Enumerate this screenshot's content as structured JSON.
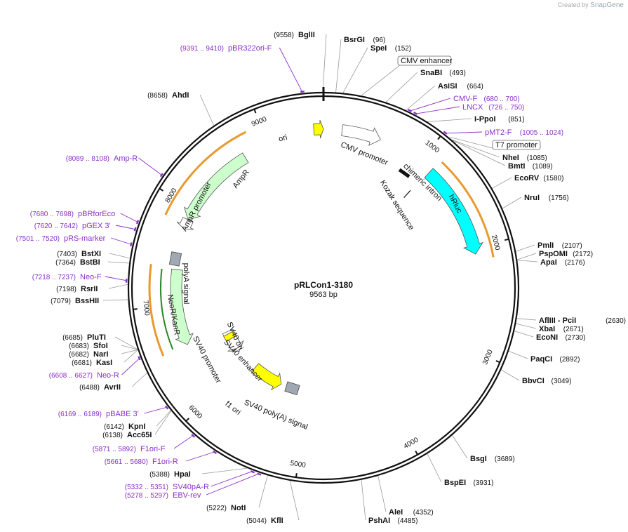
{
  "credit": {
    "text": "Created by",
    "brand": "SnapGene"
  },
  "plasmid": {
    "name": "pRLCon1-3180",
    "length_label": "9563 bp",
    "length": 9563
  },
  "colors": {
    "backbone": "#111111",
    "primer": "#8b2fc9",
    "ori": "#ffff00",
    "hRluc": "#00ffff",
    "AmpR": "#ccffcc",
    "NeoR": "#ccffcc",
    "promoter": "#ffffff",
    "polyA": "#a0a8b4",
    "orf": "#e89a2c"
  },
  "ticks": [
    {
      "bp": 1000,
      "label": "1000"
    },
    {
      "bp": 2000,
      "label": "2000"
    },
    {
      "bp": 3000,
      "label": "3000"
    },
    {
      "bp": 4000,
      "label": "4000"
    },
    {
      "bp": 5000,
      "label": "5000"
    },
    {
      "bp": 6000,
      "label": "6000"
    },
    {
      "bp": 7000,
      "label": "7000"
    },
    {
      "bp": 8000,
      "label": "8000"
    },
    {
      "bp": 9000,
      "label": "9000"
    }
  ],
  "sites": [
    {
      "name": "BglII",
      "pos": "(9558)",
      "bp": 9558,
      "side": "left"
    },
    {
      "name": "BsrGI",
      "pos": "(96)",
      "bp": 96,
      "side": "right"
    },
    {
      "name": "SpeI",
      "pos": "(152)",
      "bp": 152,
      "side": "right"
    },
    {
      "name": "SnaBI",
      "pos": "(493)",
      "bp": 493,
      "side": "right"
    },
    {
      "name": "AsiSI",
      "pos": "(664)",
      "bp": 664,
      "side": "right"
    },
    {
      "name": "I-PpoI",
      "pos": "(851)",
      "bp": 851,
      "side": "right"
    },
    {
      "name": "NheI",
      "pos": "(1085)",
      "bp": 1085,
      "side": "right"
    },
    {
      "name": "BmtI",
      "pos": "(1089)",
      "bp": 1089,
      "side": "right"
    },
    {
      "name": "EcoRV",
      "pos": "(1580)",
      "bp": 1580,
      "side": "right"
    },
    {
      "name": "NruI",
      "pos": "(1756)",
      "bp": 1756,
      "side": "right"
    },
    {
      "name": "PmlI",
      "pos": "(2107)",
      "bp": 2107,
      "side": "right"
    },
    {
      "name": "PspOMI",
      "pos": "(2172)",
      "bp": 2172,
      "side": "right"
    },
    {
      "name": "ApaI",
      "pos": "(2176)",
      "bp": 2176,
      "side": "right"
    },
    {
      "name": "AflIII - PciI",
      "pos": "(2630)",
      "bp": 2630,
      "side": "right"
    },
    {
      "name": "XbaI",
      "pos": "(2671)",
      "bp": 2671,
      "side": "right"
    },
    {
      "name": "EcoNI",
      "pos": "(2730)",
      "bp": 2730,
      "side": "right"
    },
    {
      "name": "PaqCI",
      "pos": "(2892)",
      "bp": 2892,
      "side": "right"
    },
    {
      "name": "BbvCI",
      "pos": "(3049)",
      "bp": 3049,
      "side": "right"
    },
    {
      "name": "BsgI",
      "pos": "(3689)",
      "bp": 3689,
      "side": "right"
    },
    {
      "name": "BspEI",
      "pos": "(3931)",
      "bp": 3931,
      "side": "right"
    },
    {
      "name": "AleI",
      "pos": "(4352)",
      "bp": 4352,
      "side": "right"
    },
    {
      "name": "PshAI",
      "pos": "(4485)",
      "bp": 4485,
      "side": "right"
    },
    {
      "name": "KflI",
      "pos": "(5044)",
      "bp": 5044,
      "side": "left"
    },
    {
      "name": "NotI",
      "pos": "(5222)",
      "bp": 5222,
      "side": "left"
    },
    {
      "name": "HpaI",
      "pos": "(5388)",
      "bp": 5388,
      "side": "left"
    },
    {
      "name": "Acc65I",
      "pos": "(6138)",
      "bp": 6138,
      "side": "left"
    },
    {
      "name": "KpnI",
      "pos": "(6142)",
      "bp": 6142,
      "side": "left"
    },
    {
      "name": "AvrII",
      "pos": "(6488)",
      "bp": 6488,
      "side": "left"
    },
    {
      "name": "KasI",
      "pos": "(6681)",
      "bp": 6681,
      "side": "left"
    },
    {
      "name": "NarI",
      "pos": "(6682)",
      "bp": 6682,
      "side": "left"
    },
    {
      "name": "SfoI",
      "pos": "(6683)",
      "bp": 6683,
      "side": "left"
    },
    {
      "name": "PluTI",
      "pos": "(6685)",
      "bp": 6685,
      "side": "left"
    },
    {
      "name": "BssHII",
      "pos": "(7079)",
      "bp": 7079,
      "side": "left"
    },
    {
      "name": "RsrII",
      "pos": "(7198)",
      "bp": 7198,
      "side": "left"
    },
    {
      "name": "BstBI",
      "pos": "(7364)",
      "bp": 7364,
      "side": "left"
    },
    {
      "name": "BstXI",
      "pos": "(7403)",
      "bp": 7403,
      "side": "left"
    },
    {
      "name": "AhdI",
      "pos": "(8658)",
      "bp": 8658,
      "side": "left"
    }
  ],
  "primers": [
    {
      "name": "pBR322ori-F",
      "pos": "(9391 .. 9410)",
      "bp": 9400,
      "side": "left"
    },
    {
      "name": "CMV-F",
      "pos": "(680 .. 700)",
      "bp": 690,
      "side": "right"
    },
    {
      "name": "LNCX",
      "pos": "(726 .. 750)",
      "bp": 738,
      "side": "right"
    },
    {
      "name": "pMT2-F",
      "pos": "(1005 .. 1024)",
      "bp": 1014,
      "side": "right"
    },
    {
      "name": "SV40pA-R",
      "pos": "(5332 .. 5351)",
      "bp": 5341,
      "side": "left"
    },
    {
      "name": "EBV-rev",
      "pos": "(5278 .. 5297)",
      "bp": 5287,
      "side": "left"
    },
    {
      "name": "F1ori-R",
      "pos": "(5661 .. 5680)",
      "bp": 5670,
      "side": "left"
    },
    {
      "name": "F1ori-F",
      "pos": "(5871 .. 5892)",
      "bp": 5881,
      "side": "left"
    },
    {
      "name": "pBABE 3'",
      "pos": "(6169 .. 6189)",
      "bp": 6179,
      "side": "left"
    },
    {
      "name": "Neo-R",
      "pos": "(6608 .. 6627)",
      "bp": 6617,
      "side": "left"
    },
    {
      "name": "Neo-F",
      "pos": "(7218 .. 7237)",
      "bp": 7227,
      "side": "left"
    },
    {
      "name": "pRS-marker",
      "pos": "(7501 .. 7520)",
      "bp": 7510,
      "side": "left"
    },
    {
      "name": "pGEX 3'",
      "pos": "(7620 .. 7642)",
      "bp": 7631,
      "side": "left"
    },
    {
      "name": "pBRforEco",
      "pos": "(7680 .. 7698)",
      "bp": 7689,
      "side": "left"
    },
    {
      "name": "Amp-R",
      "pos": "(8089 .. 8108)",
      "bp": 8098,
      "side": "left"
    }
  ],
  "boxed_features": [
    {
      "name": "CMV enhancer",
      "bp": 300
    },
    {
      "name": "T7 promoter",
      "bp": 1060
    }
  ],
  "features": [
    {
      "name": "ori",
      "type": "ori",
      "start": 9470,
      "end": 0
    },
    {
      "name": "CMV promoter",
      "type": "promoter",
      "start": 180,
      "end": 560
    },
    {
      "name": "chimeric intron",
      "type": "intron",
      "start": 870,
      "end": 1000
    },
    {
      "name": "Kozak sequence",
      "type": "kozak",
      "start": 1110,
      "end": 1120
    },
    {
      "name": "hRluc",
      "type": "cds",
      "start": 1130,
      "end": 2060
    },
    {
      "name": "SV40 poly(A) signal",
      "type": "polyA",
      "start": 5180,
      "end": 5300
    },
    {
      "name": "f1 ori",
      "type": "ori",
      "start": 5410,
      "end": 5860
    },
    {
      "name": "SV40 promoter",
      "type": "promoter",
      "start": 6190,
      "end": 6520
    },
    {
      "name": "SV40 ori",
      "type": "ori",
      "start": 6370,
      "end": 6440
    },
    {
      "name": "SV40 enhancer",
      "type": "promoter",
      "start": 6280,
      "end": 6370
    },
    {
      "name": "NeoR/KanR",
      "type": "cds",
      "start": 6570,
      "end": 7360
    },
    {
      "name": "polyA signal",
      "type": "polyA",
      "start": 7440,
      "end": 7490
    },
    {
      "name": "AmpR promoter",
      "type": "promoter",
      "start": 7780,
      "end": 7880
    },
    {
      "name": "AmpR",
      "type": "cds",
      "start": 7880,
      "end": 8740
    }
  ]
}
